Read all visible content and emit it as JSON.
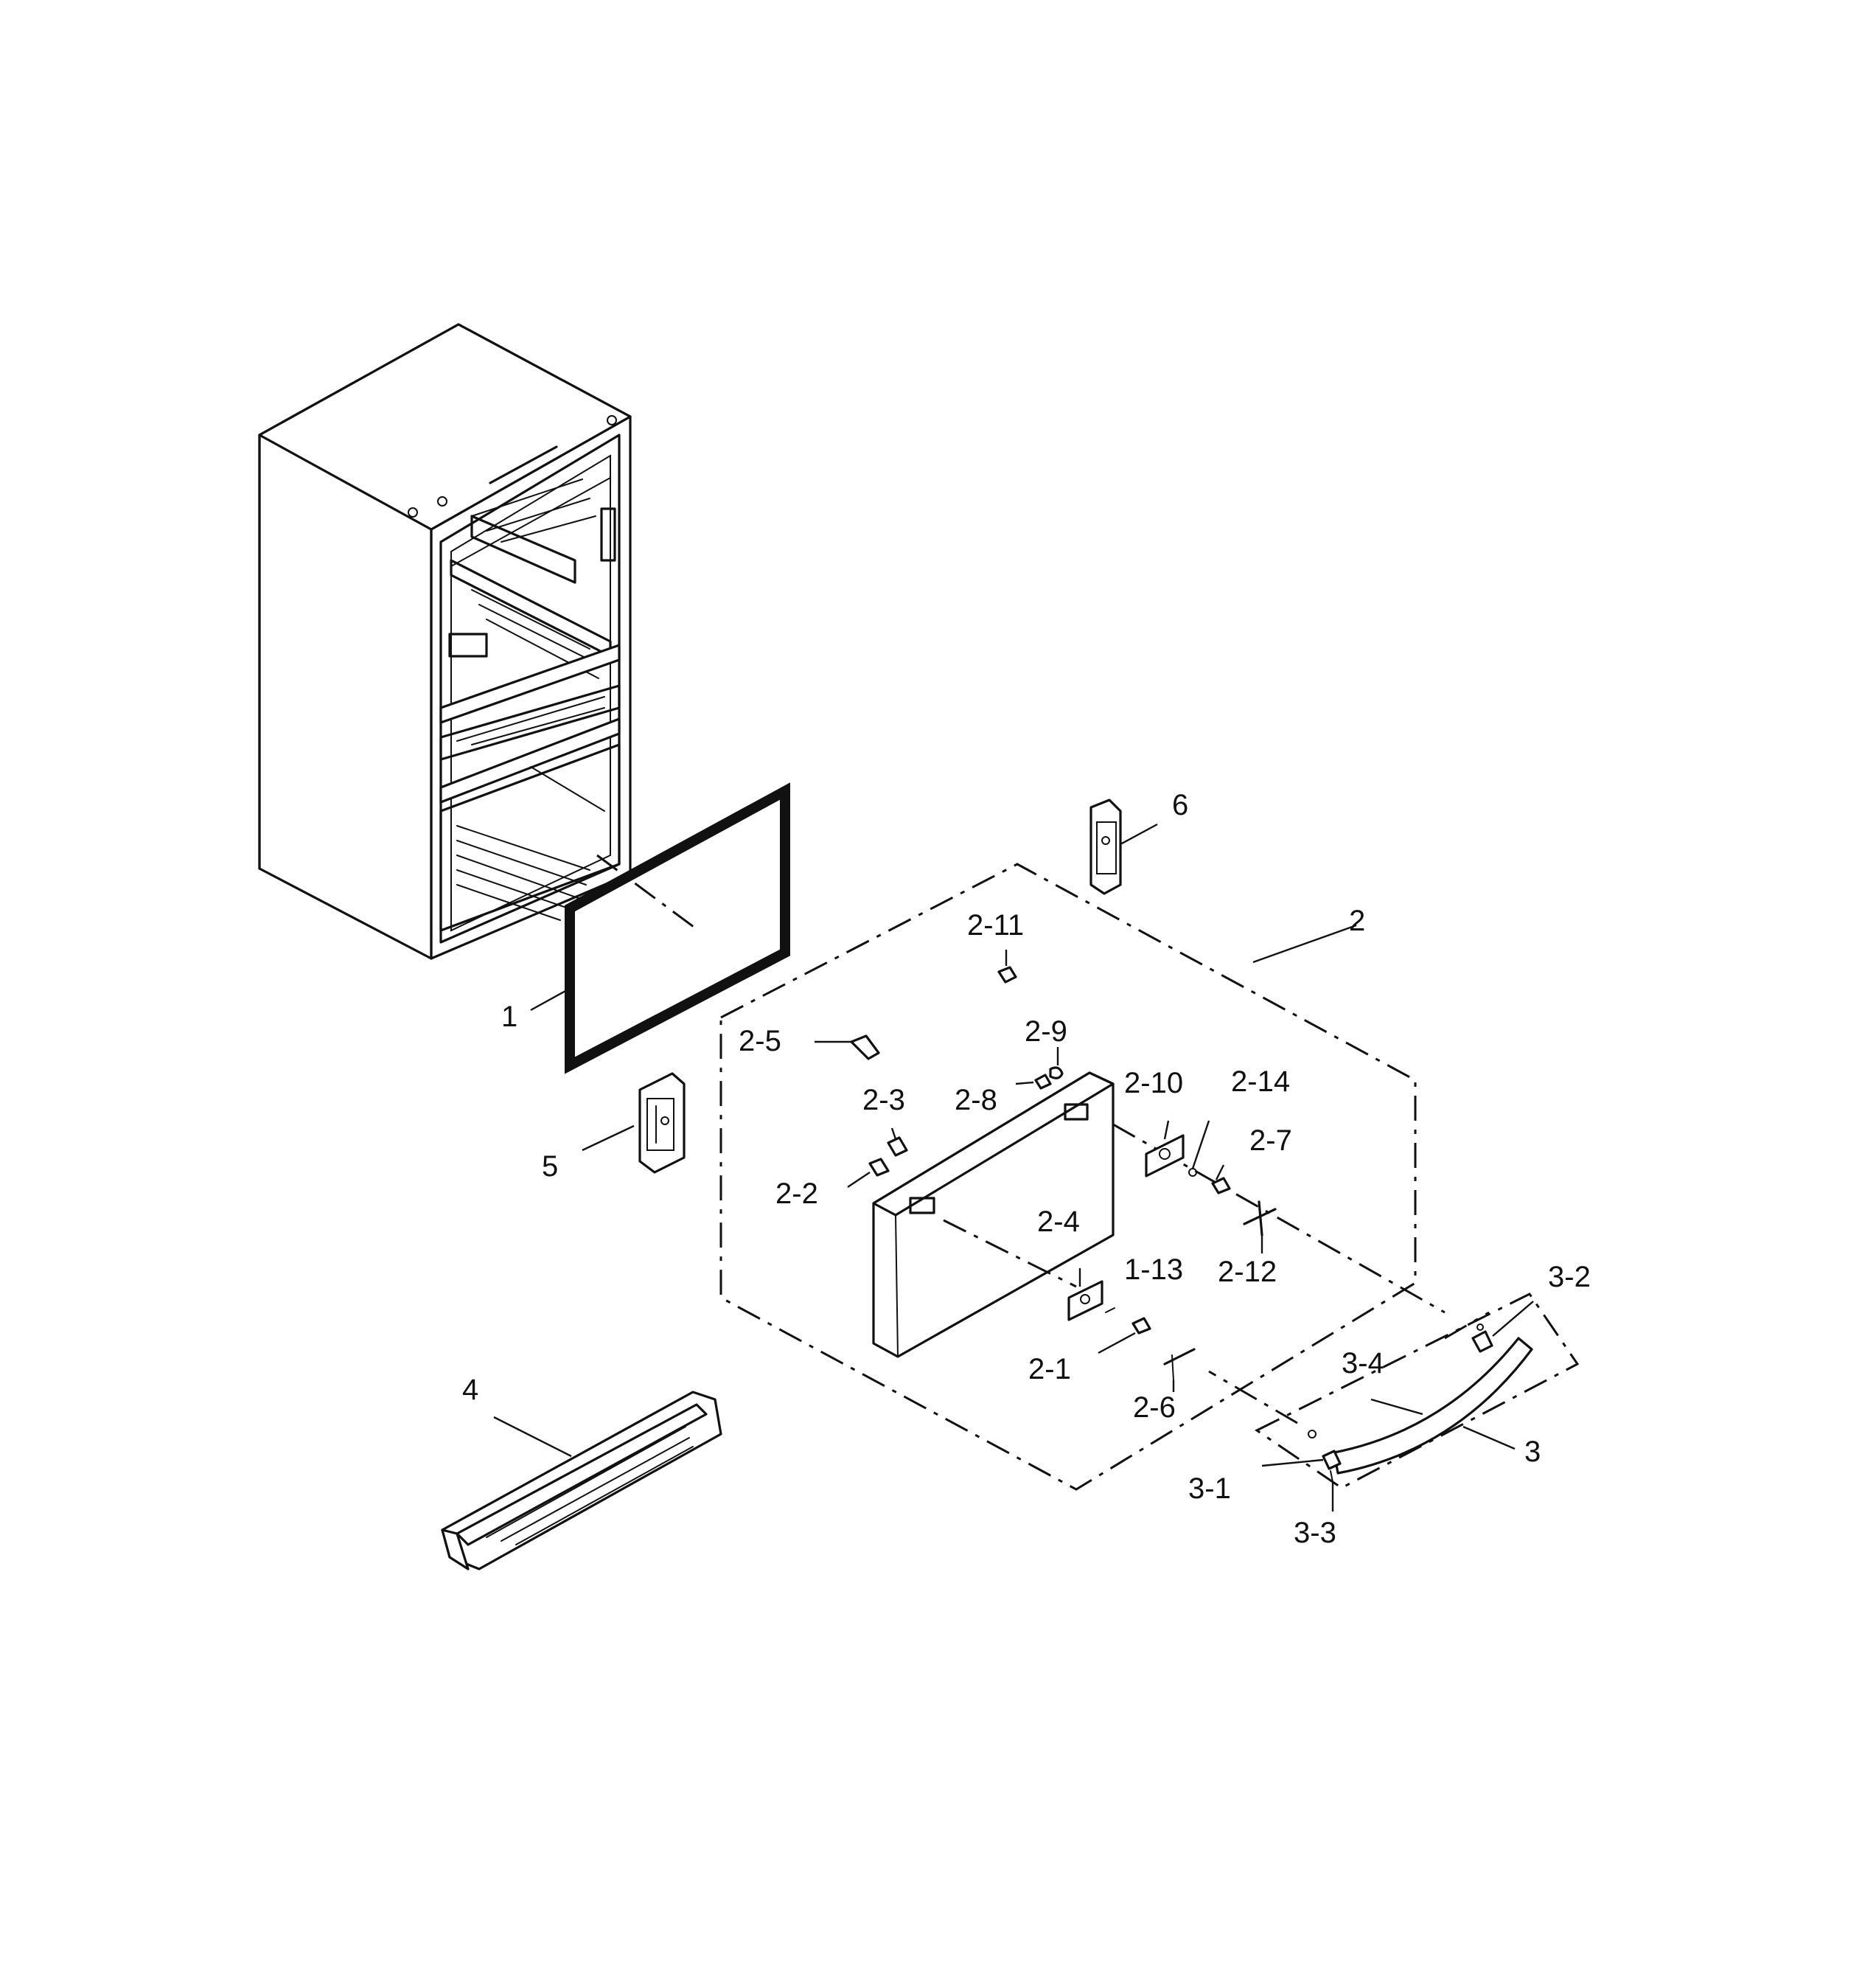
{
  "callouts": [
    {
      "id": "1",
      "text": "1"
    },
    {
      "id": "2",
      "text": "2"
    },
    {
      "id": "3",
      "text": "3"
    },
    {
      "id": "4",
      "text": "4"
    },
    {
      "id": "5",
      "text": "5"
    },
    {
      "id": "6",
      "text": "6"
    },
    {
      "id": "2-1",
      "text": "2-1"
    },
    {
      "id": "2-2",
      "text": "2-2"
    },
    {
      "id": "2-3",
      "text": "2-3"
    },
    {
      "id": "2-4",
      "text": "2-4"
    },
    {
      "id": "2-5",
      "text": "2-5"
    },
    {
      "id": "2-6",
      "text": "2-6"
    },
    {
      "id": "2-7",
      "text": "2-7"
    },
    {
      "id": "2-8",
      "text": "2-8"
    },
    {
      "id": "2-9",
      "text": "2-9"
    },
    {
      "id": "2-10",
      "text": "2-10"
    },
    {
      "id": "2-11",
      "text": "2-11"
    },
    {
      "id": "2-12",
      "text": "2-12"
    },
    {
      "id": "2-14",
      "text": "2-14"
    },
    {
      "id": "1-13",
      "text": "1-13"
    },
    {
      "id": "3-1",
      "text": "3-1"
    },
    {
      "id": "3-2",
      "text": "3-2"
    },
    {
      "id": "3-3",
      "text": "3-3"
    },
    {
      "id": "3-4",
      "text": "3-4"
    }
  ],
  "colors": {
    "ink": "#111111",
    "paper": "#ffffff"
  }
}
